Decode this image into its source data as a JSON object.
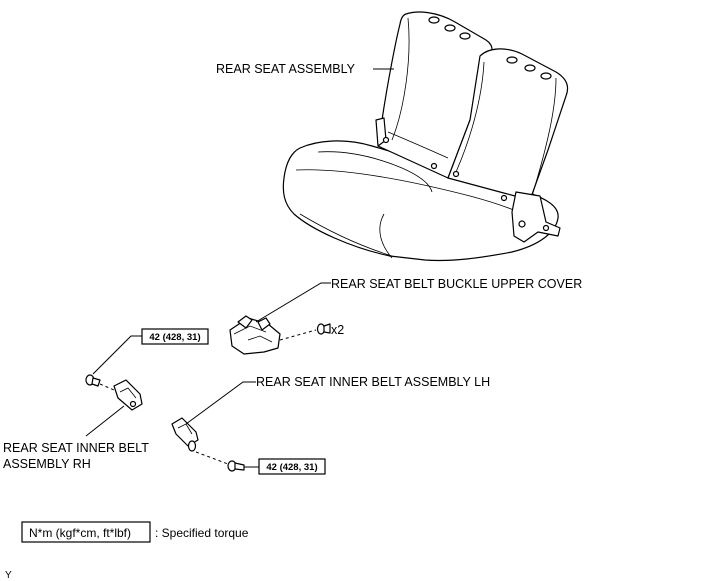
{
  "labels": {
    "rear_seat_assembly": "REAR SEAT ASSEMBLY",
    "buckle_upper_cover": "REAR SEAT BELT BUCKLE UPPER COVER",
    "inner_belt_lh": "REAR SEAT INNER BELT ASSEMBLY LH",
    "inner_belt_rh_line1": "REAR SEAT INNER BELT",
    "inner_belt_rh_line2": "ASSEMBLY RH",
    "quantity": "x2"
  },
  "torque": {
    "rh_bolt": "42 (428, 31)",
    "lh_bolt": "42 (428, 31)"
  },
  "legend": {
    "unit_box": "N*m (kgf*cm, ft*lbf)",
    "description": ": Specified torque"
  },
  "corner_mark": "Y"
}
